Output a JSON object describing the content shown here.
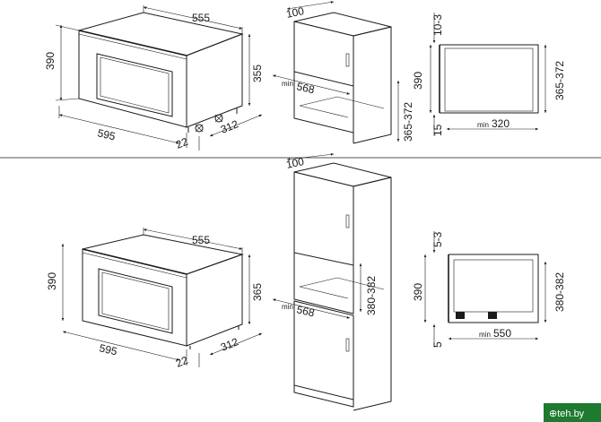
{
  "top": {
    "oven_dims": {
      "w_top": "555",
      "h_left": "390",
      "h_right": "355",
      "w_front": "595",
      "depth": "312",
      "door": "22"
    },
    "cabinet": {
      "top_depth": "100",
      "niche_w": "568",
      "niche_h": "365-372",
      "min_label": "min"
    },
    "section": {
      "gap": "10-3",
      "height": "390",
      "niche_h": "365-372",
      "bottom": "15",
      "depth": "320",
      "min_label": "min"
    }
  },
  "bottom": {
    "oven_dims": {
      "w_top": "555",
      "h_left": "390",
      "h_right": "365",
      "w_front": "595",
      "depth": "312",
      "door": "22"
    },
    "cabinet": {
      "top_depth": "100",
      "niche_w": "568",
      "niche_h": "380-382",
      "min_label": "min"
    },
    "section": {
      "gap": "5-3",
      "height": "390",
      "niche_h": "380-382",
      "bottom": "5",
      "depth": "550",
      "min_label": "min"
    }
  },
  "watermark": "⊕teh.by"
}
